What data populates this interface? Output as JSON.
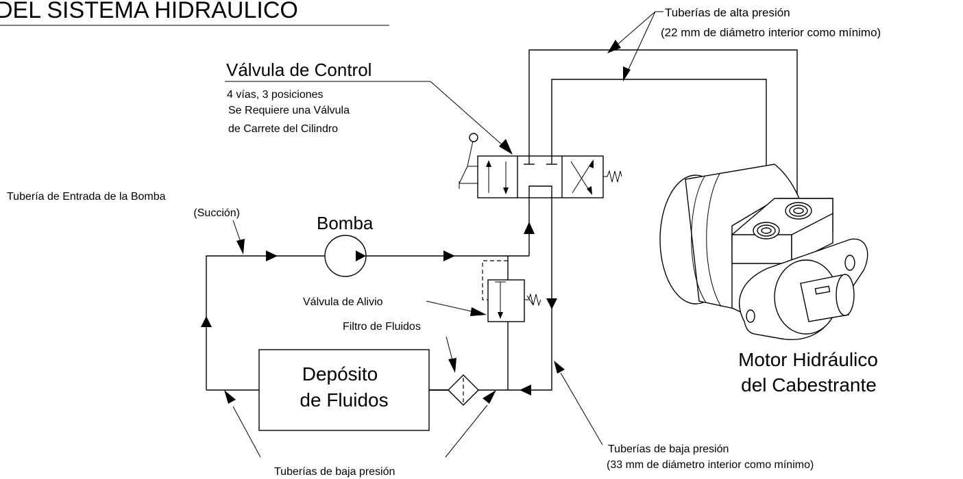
{
  "title": "DEL SISTEMA HIDRÁULICO",
  "labels": {
    "high_pressure_lines": "Tuberías de alta presión",
    "high_pressure_lines_note": "(22 mm de diámetro interior como mínimo)",
    "control_valve": "Válvula de Control",
    "control_valve_line1": "4 vías, 3 posiciones",
    "control_valve_line2": "Se Requiere una Válvula",
    "control_valve_line3": "de Carrete del Cilindro",
    "pump_inlet_line": "Tubería de Entrada de la Bomba",
    "pump_inlet_note": "(Succión)",
    "pump": "Bomba",
    "relief_valve": "Válvula de Alivio",
    "fluid_filter": "Filtro de Fluidos",
    "reservoir_line1": "Depósito",
    "reservoir_line2": "de Fluidos",
    "low_pressure_lines_bottom": "Tuberías de baja presión",
    "low_pressure_lines_right": "Tuberías de baja presión",
    "low_pressure_lines_right_note": "(33 mm de diámetro interior como mínimo)",
    "motor_line1": "Motor Hidráulico",
    "motor_line2": "del Cabestrante"
  },
  "colors": {
    "ink": "#000000",
    "paper": "#ffffff"
  }
}
